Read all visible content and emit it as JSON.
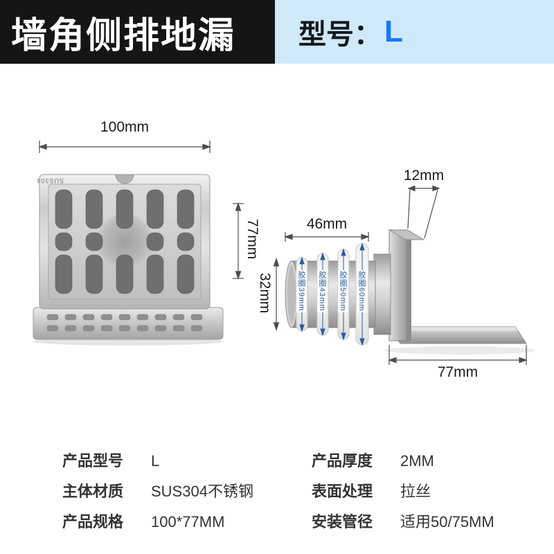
{
  "header": {
    "title": "墙角侧排地漏",
    "model_label": "型号：",
    "model_value": "L"
  },
  "colors": {
    "accent_blue": "#1677ff",
    "header_bg": "#141517",
    "model_panel_bg": "#cfe9f8",
    "ring_label_text": "#2a5d9f"
  },
  "top_view": {
    "width_label": "100mm",
    "height_label": "77mm",
    "steel_mark": "SUS304"
  },
  "side_view": {
    "pipe_width_label": "46mm",
    "pipe_diameter_label": "32mm",
    "flange_label": "12mm",
    "base_label": "77mm",
    "rings": [
      "胶圈39mm",
      "胶圈43mm",
      "胶圈50mm",
      "胶圈60mm"
    ]
  },
  "specs": {
    "left": [
      {
        "label": "产品型号",
        "value": "L"
      },
      {
        "label": "主体材质",
        "value": "SUS304不锈钢"
      },
      {
        "label": "产品规格",
        "value": "100*77MM"
      }
    ],
    "right": [
      {
        "label": "产品厚度",
        "value": "2MM"
      },
      {
        "label": "表面处理",
        "value": "拉丝"
      },
      {
        "label": "安装管径",
        "value": "适用50/75MM"
      }
    ]
  }
}
